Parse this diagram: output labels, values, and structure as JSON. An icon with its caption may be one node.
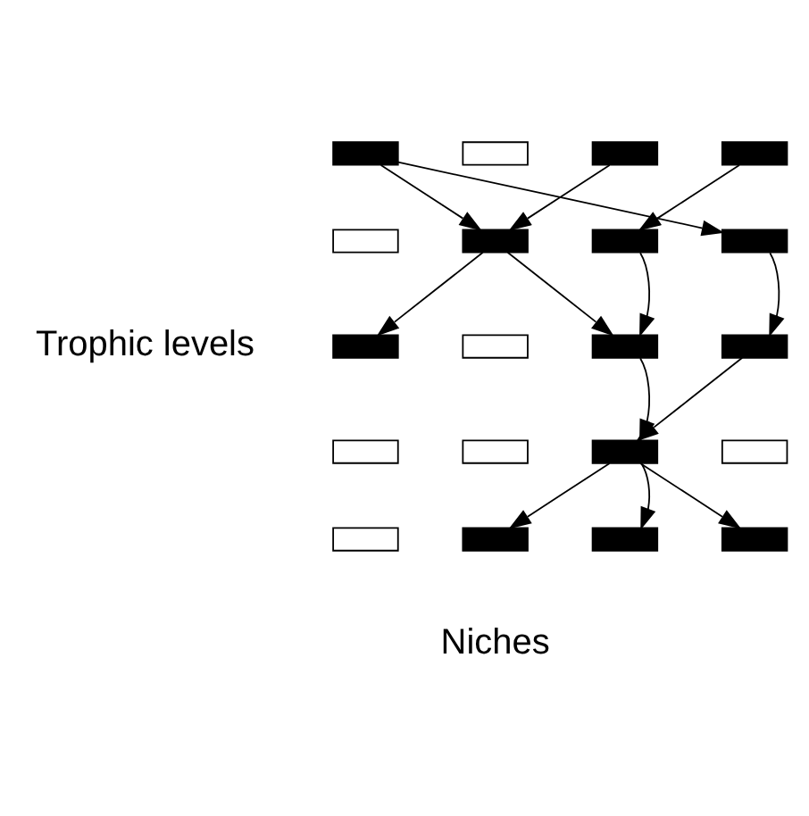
{
  "diagram": {
    "nodes": [
      {
        "text": [],
        "shape": "box"
      },
      {
        "text": [],
        "shape": "box"
      },
      {
        "text": [],
        "shape": "box"
      },
      {
        "text": [],
        "shape": "box"
      },
      {
        "text": [],
        "shape": "box"
      },
      {
        "text": [],
        "shape": "box"
      },
      {
        "text": [],
        "shape": "box"
      },
      {
        "text": [],
        "shape": "box"
      },
      {
        "text": [],
        "shape": "box"
      },
      {
        "text": [],
        "shape": "box"
      },
      {
        "text": [],
        "shape": "box"
      },
      {
        "text": [],
        "shape": "box"
      },
      {
        "text": [],
        "shape": "box"
      },
      {
        "text": [],
        "shape": "box"
      },
      {
        "text": [],
        "shape": "box"
      },
      {
        "text": [],
        "shape": "box"
      },
      {
        "text": [],
        "shape": "box"
      },
      {
        "text": [],
        "shape": "box"
      },
      {
        "text": [],
        "shape": "box"
      },
      {
        "text": [],
        "shape": "box"
      }
    ],
    "edges": [
      {
        "from": 0,
        "to": 5,
        "arrow": "to"
      },
      {
        "from": 0,
        "to": 7,
        "arrow": "to"
      },
      {
        "from": 2,
        "to": 5,
        "arrow": "to"
      },
      {
        "from": 3,
        "to": 6,
        "arrow": "to"
      },
      {
        "from": 5,
        "to": 8,
        "arrow": "to"
      },
      {
        "from": 5,
        "to": 10,
        "arrow": "to"
      },
      {
        "from": 6,
        "to": 10,
        "arrow": "to"
      },
      {
        "from": 7,
        "to": 11,
        "arrow": "to"
      },
      {
        "from": 10,
        "to": 14,
        "arrow": "to"
      },
      {
        "from": 11,
        "to": 14,
        "arrow": "to"
      },
      {
        "from": 14,
        "to": 17,
        "arrow": "to"
      },
      {
        "from": 14,
        "to": 18,
        "arrow": "to"
      },
      {
        "from": 14,
        "to": 19,
        "arrow": "to"
      }
    ],
    "labels": [
      "Trophic levels",
      "Niches"
    ]
  }
}
